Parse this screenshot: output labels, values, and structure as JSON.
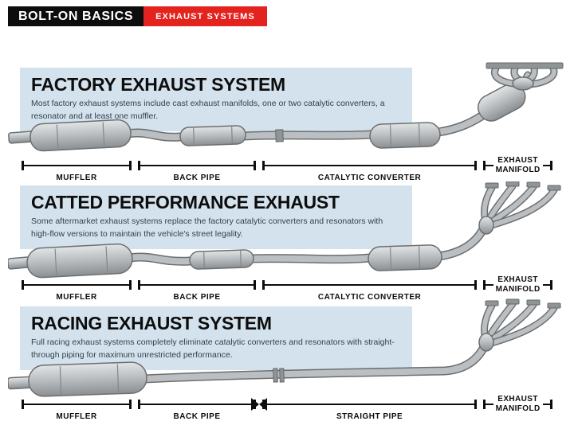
{
  "header": {
    "title": "BOLT-ON BASICS",
    "subtitle": "EXHAUST SYSTEMS"
  },
  "colors": {
    "accent_red": "#e4231e",
    "panel_blue": "#d3e2ec",
    "ink": "#0d0d0d",
    "metal_gray": "#bbbfc1"
  },
  "icons": {
    "flange_joint": "bowtie-shape"
  },
  "sections": [
    {
      "title": "FACTORY EXHAUST SYSTEM",
      "description": "Most factory exhaust systems include cast exhaust manifolds, one or two catalytic converters, a resonator and at least one muffler.",
      "ruler": [
        {
          "label": "MUFFLER"
        },
        {
          "label": "BACK PIPE"
        },
        {
          "label": "CATALYTIC CONVERTER"
        },
        {
          "line1": "EXHAUST",
          "line2": "MANIFOLD"
        }
      ]
    },
    {
      "title": "CATTED PERFORMANCE EXHAUST",
      "description": "Some aftermarket exhaust systems replace the factory catalytic converters and resonators with high-flow versions to maintain the vehicle's street legality.",
      "ruler": [
        {
          "label": "MUFFLER"
        },
        {
          "label": "BACK PIPE"
        },
        {
          "label": "CATALYTIC CONVERTER"
        },
        {
          "line1": "EXHAUST",
          "line2": "MANIFOLD"
        }
      ]
    },
    {
      "title": "RACING EXHAUST SYSTEM",
      "description": "Full racing exhaust systems completely eliminate catalytic converters and resonators with straight-through piping for maximum unrestricted performance.",
      "ruler": [
        {
          "label": "MUFFLER"
        },
        {
          "label": "BACK PIPE"
        },
        {
          "label": "STRAIGHT PIPE"
        },
        {
          "line1": "EXHAUST",
          "line2": "MANIFOLD"
        }
      ]
    }
  ]
}
